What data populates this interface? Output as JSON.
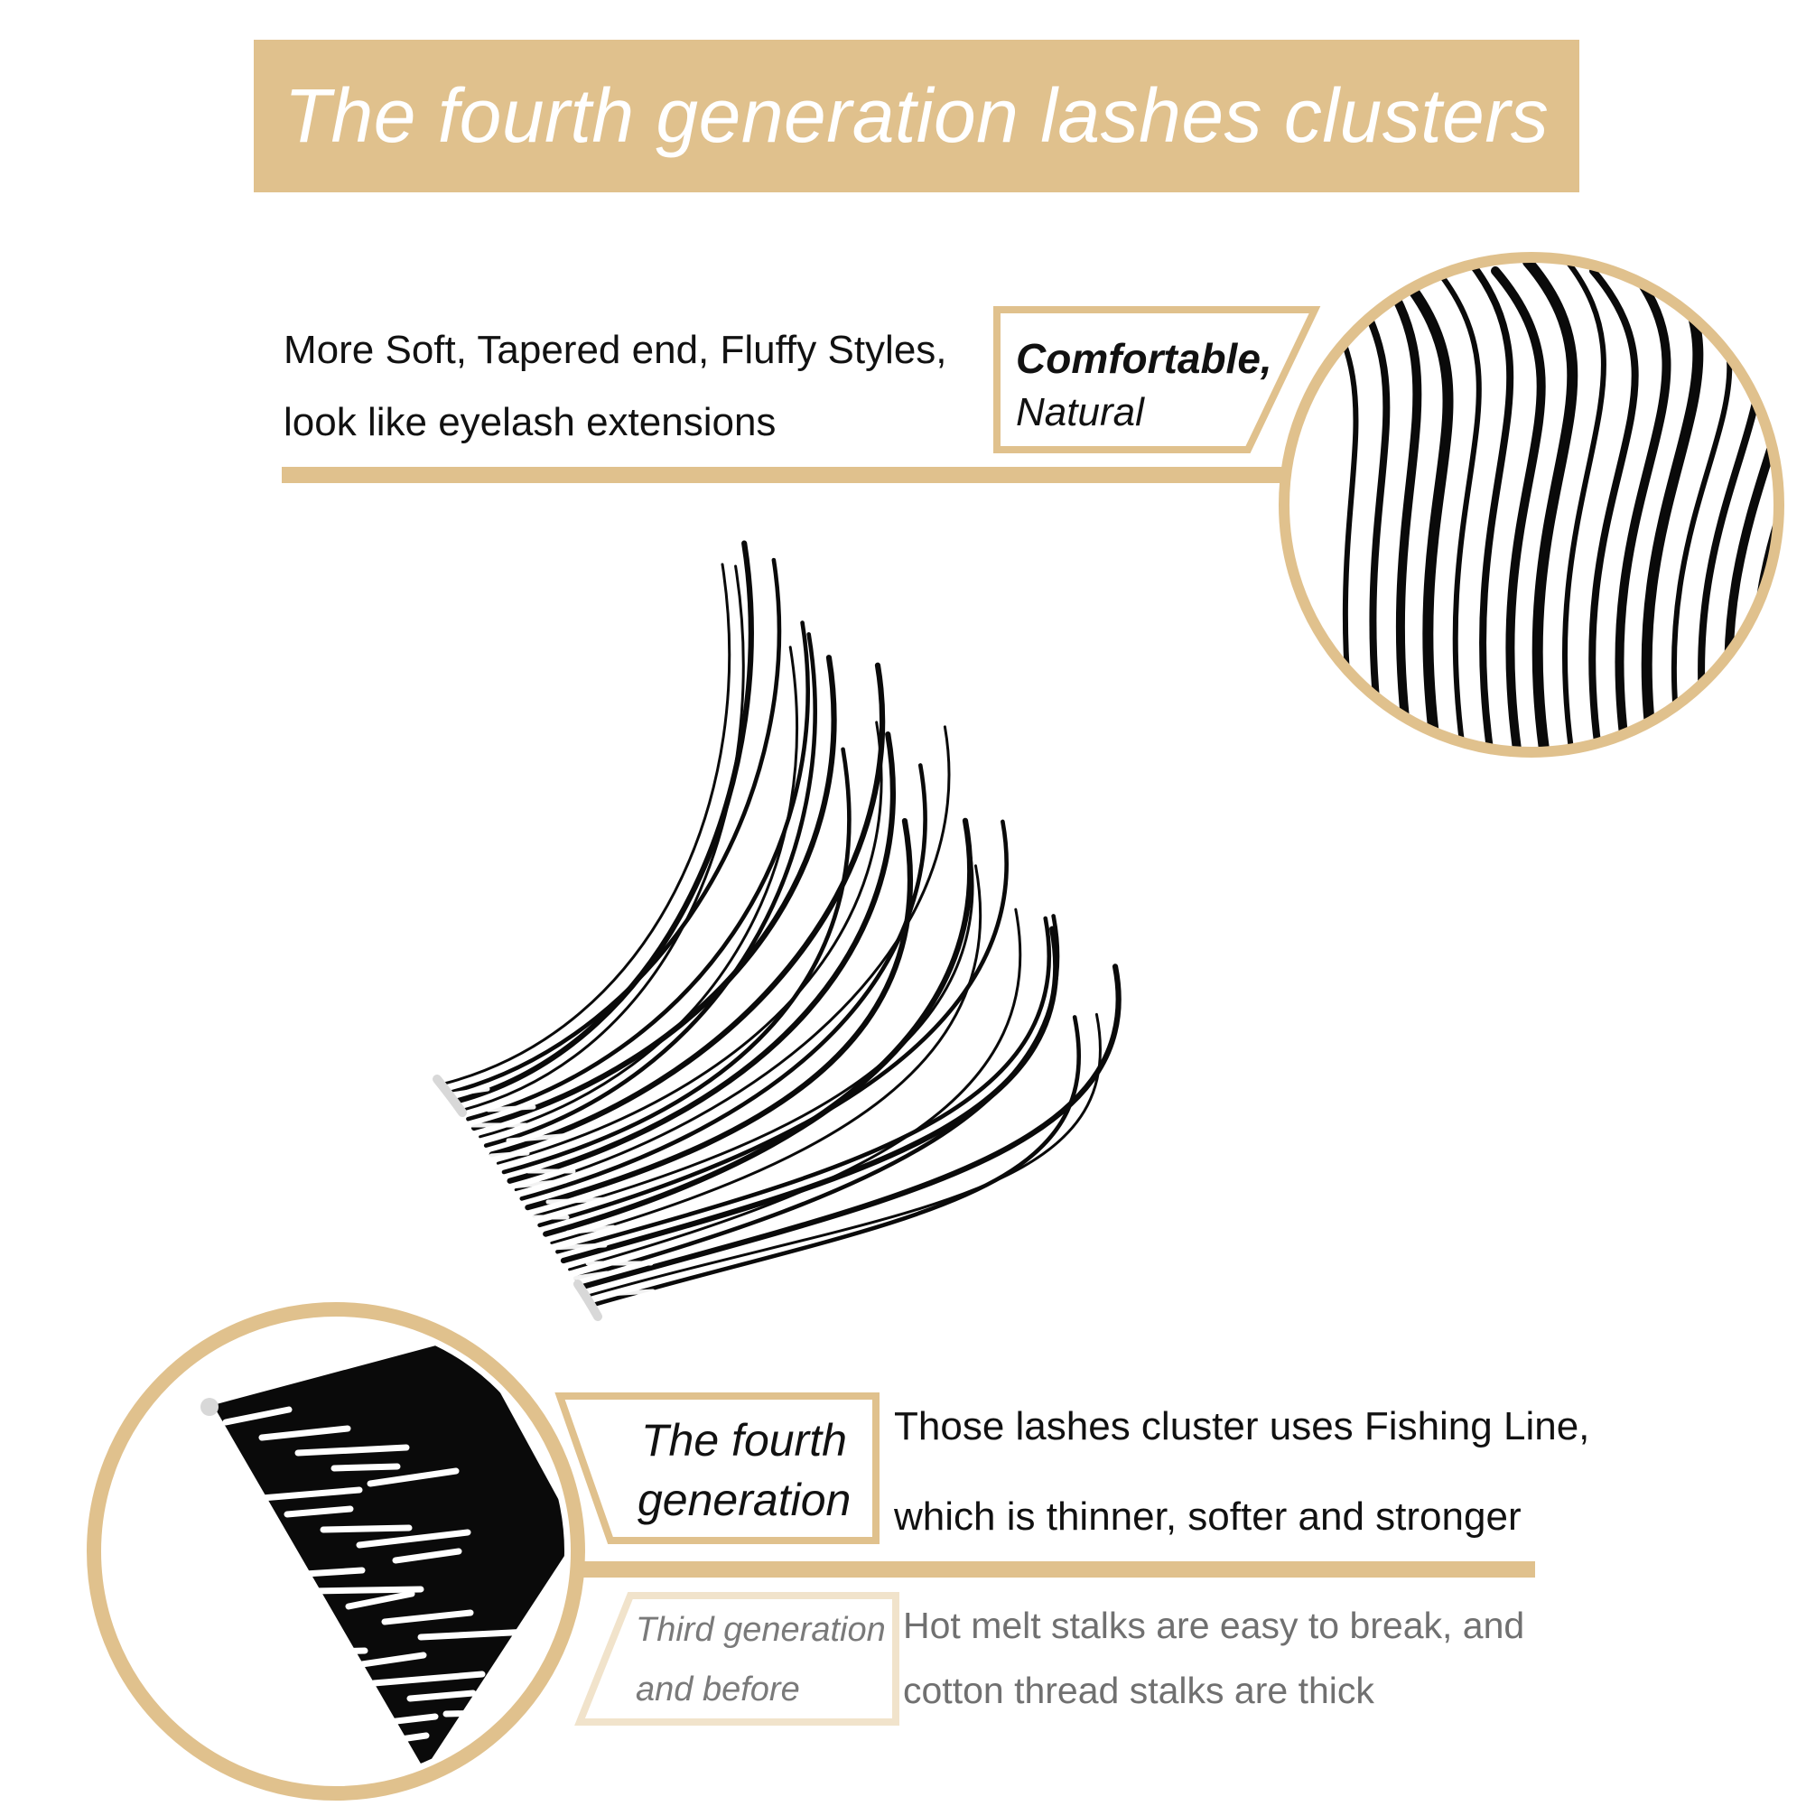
{
  "banner": {
    "title": "The fourth generation lashes clusters"
  },
  "top_feature": {
    "line1": "More Soft, Tapered end, Fluffy Styles,",
    "line2": "look like eyelash extensions",
    "tag_line1": "Comfortable,",
    "tag_line2": "Natural"
  },
  "fourth_generation": {
    "tag_line1": "The fourth",
    "tag_line2": "generation",
    "line1": "Those lashes cluster uses Fishing Line,",
    "line2": "which is thinner, softer and stronger"
  },
  "previous_generation": {
    "tag_line1": "Third generation",
    "tag_line2": "and before",
    "line1": "Hot melt stalks are easy to break, and",
    "line2": "cotton thread stalks are thick"
  },
  "colors": {
    "accent": "#e0c18d",
    "accent_light": "#f1e3cb",
    "text": "#111111",
    "muted_text": "#707070"
  }
}
